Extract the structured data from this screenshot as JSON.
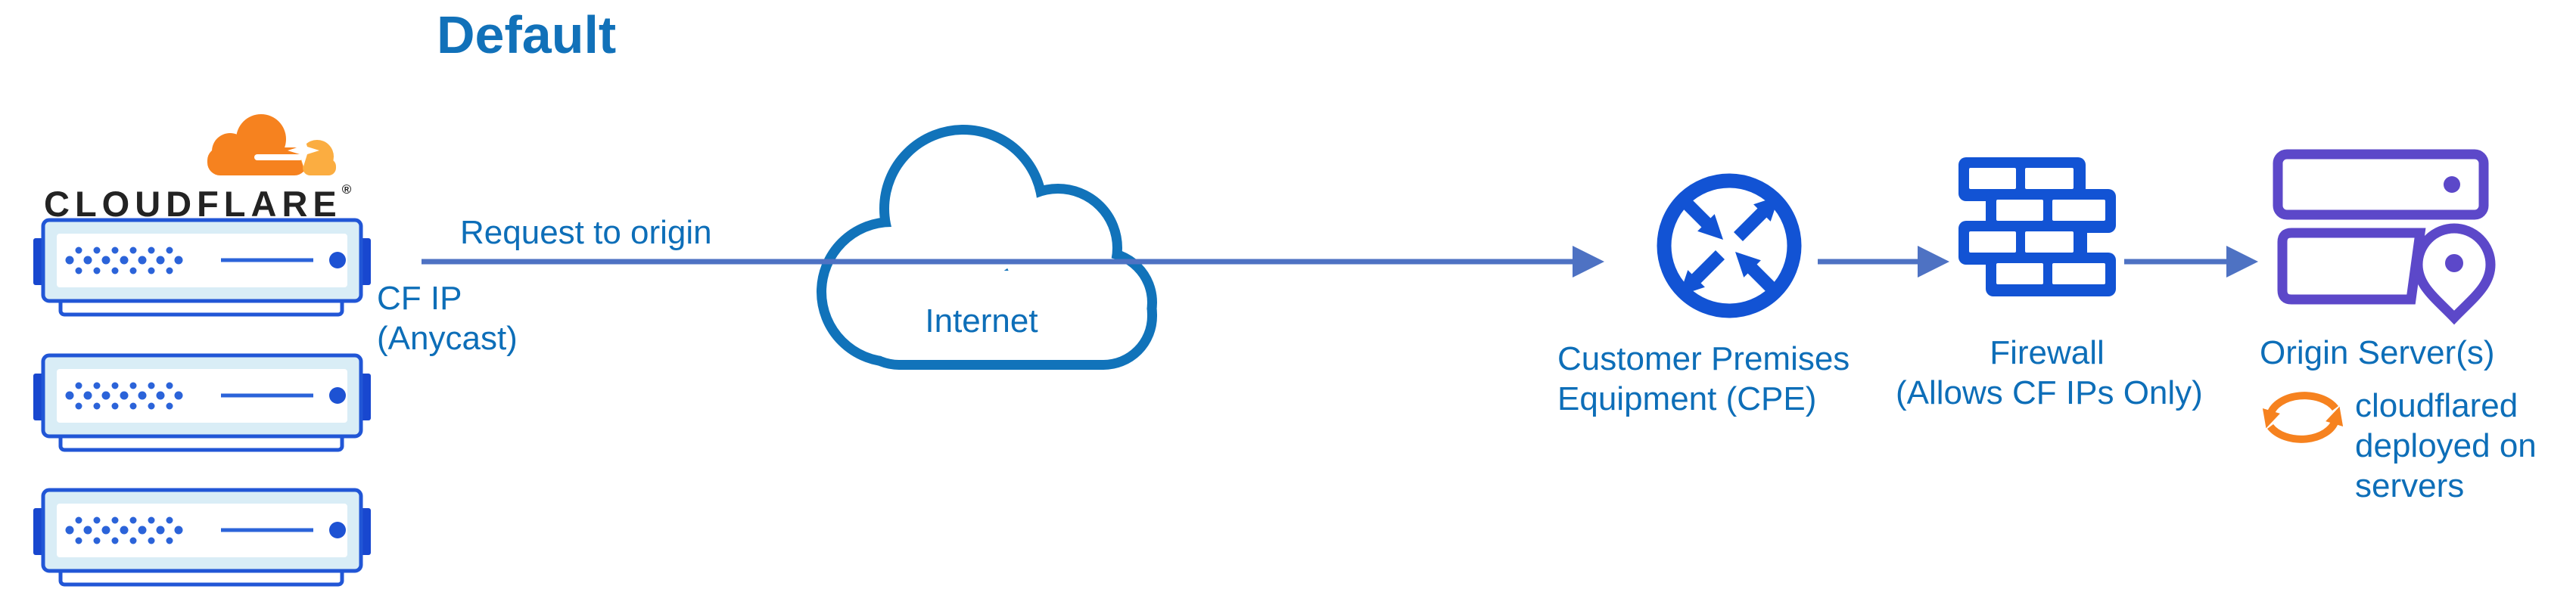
{
  "title": "Default",
  "logo": {
    "wordmark": "CLOUDFLARE",
    "registered": "®"
  },
  "labels": {
    "request": "Request to origin",
    "cf_ip": [
      "CF IP",
      "(Anycast)"
    ],
    "internet": "Internet",
    "cpe": [
      "Customer Premises",
      "Equipment (CPE)"
    ],
    "firewall": [
      "Firewall",
      "(Allows CF IPs Only)"
    ],
    "origin": "Origin Server(s)",
    "cloudflared": [
      "cloudflared",
      "deployed on",
      "servers"
    ]
  },
  "colors": {
    "heading_blue": "#1171b9",
    "label_blue": "#0d6eb8",
    "arrow_blue": "#4e72c3",
    "icon_blue": "#1253d4",
    "cloud_stroke_blue": "#1173ba",
    "server_fill_light": "#d9edf6",
    "server_border_blue": "#2156d6",
    "server_dark_blue": "#1847cf",
    "server_dot_blue": "#2b63d9",
    "origin_purple": "#5c48c9",
    "cloudflare_orange": "#f6821f",
    "cloudflare_orange_light": "#fbad41",
    "wordmark_dark": "#232323"
  }
}
